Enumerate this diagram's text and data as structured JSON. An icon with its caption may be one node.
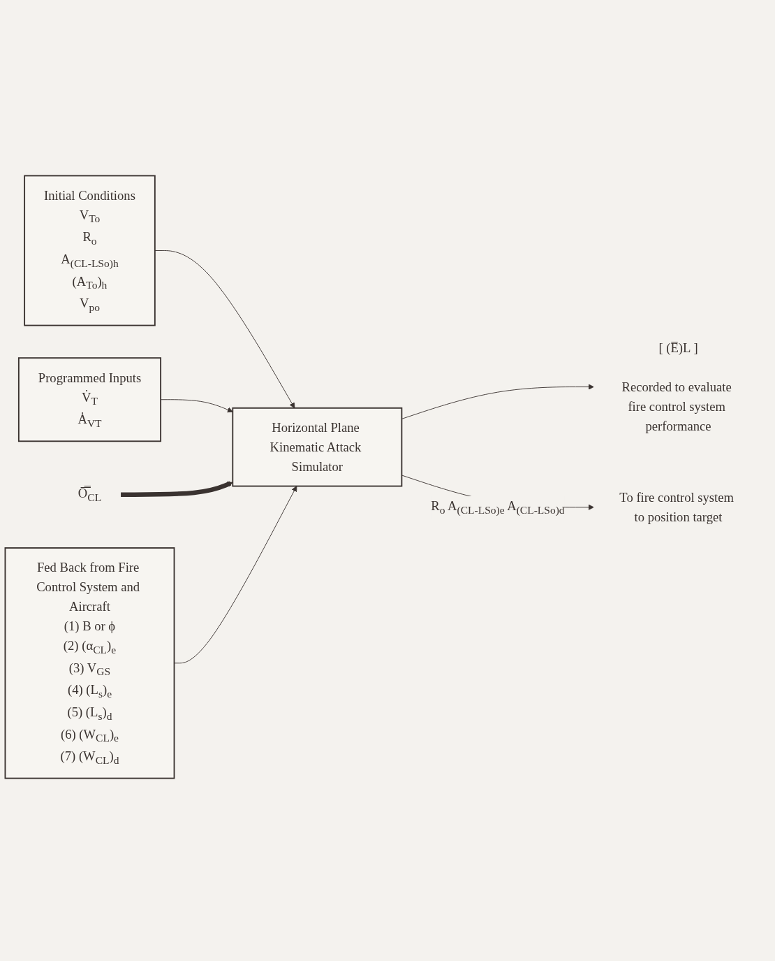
{
  "diagram": {
    "nodes": [
      {
        "text": [
          "Initial Conditions",
          "V$_{To}$",
          "R$_{o}$",
          "A$_{(CL-LSo)h}$",
          "(A$_{To}$)$_{h}$",
          "V$_{po}$"
        ]
      },
      {
        "text": [
          "Programmed Inputs",
          "V̇$_{T}$",
          "Ȧ$_{VT}$"
        ]
      },
      {
        "text": [
          "Horizontal Plane Kinematic Attack Simulator"
        ]
      },
      {
        "text": [
          "[ (E̅)L ]"
        ],
        "beside": [
          "Recorded to evaluate fire control system performance"
        ]
      },
      {
        "text": [
          "To fire control system to position target"
        ]
      },
      {
        "text": [
          "Fed Back from Fire Control System and Aircraft",
          "(1) B or ϕ",
          "(2) (α$_{CL}$)$_{e}$",
          "(3) V$_{GS}$",
          "(4) (L$_{s}$)$_{e}$",
          "(5) (L$_{s}$)$_{d}$",
          "(6) (W$_{CL}$)$_{e}$",
          "(7) (W$_{CL}$)$_{d}$"
        ]
      },
      {
        "text": [
          "Ō̿$_{CL}$"
        ]
      }
    ],
    "edges": [
      {
        "from": 0,
        "to": 2,
        "arrow": "to"
      },
      {
        "from": 1,
        "to": 2,
        "arrow": "to"
      },
      {
        "from": 6,
        "to": 2,
        "arrow": "to",
        "style": "thick"
      },
      {
        "from": 5,
        "to": 2,
        "arrow": "to"
      },
      {
        "from": 2,
        "to": 3,
        "arrow": "to"
      },
      {
        "from": 2,
        "to": 4,
        "arrow": "to",
        "label": "R$_{o}$ A$_{(CL-LSo)e}$ A$_{(CL-LSo)d}$"
      }
    ]
  }
}
